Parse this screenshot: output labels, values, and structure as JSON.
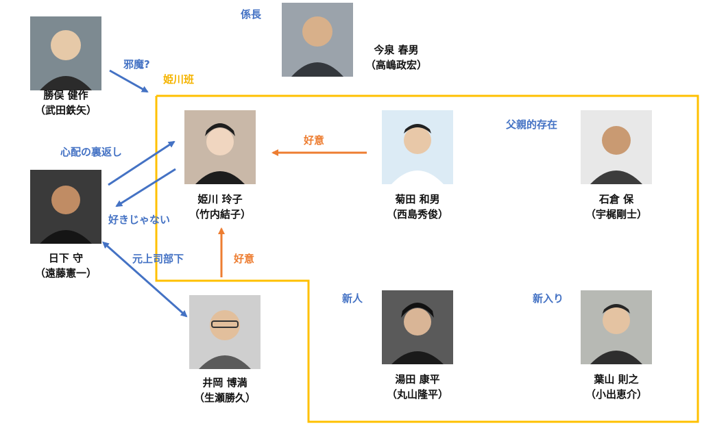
{
  "colors": {
    "group_border": "#ffc000",
    "blue_arrow": "#4472c4",
    "orange_arrow": "#ed7d31",
    "label_blue": "#4472c4",
    "label_orange": "#ed7d31",
    "label_gold": "#f5b400"
  },
  "group_label": "姫川班",
  "people": [
    {
      "id": "katsumata",
      "name": "勝俣 健作",
      "actor": "（武田鉄矢）",
      "role": "",
      "bg": "#7d8a91"
    },
    {
      "id": "imaizumi",
      "name": "今泉 春男",
      "actor": "（高嶋政宏）",
      "role": "係長",
      "bg": "#9ba3ab"
    },
    {
      "id": "himekawa",
      "name": "姫川 玲子",
      "actor": "（竹内結子）",
      "role": "",
      "bg": "#c9b8a8"
    },
    {
      "id": "kikuta",
      "name": "菊田 和男",
      "actor": "（西島秀俊）",
      "role": "",
      "bg": "#dcebf5"
    },
    {
      "id": "ishikura",
      "name": "石倉 保",
      "actor": "（宇梶剛士）",
      "role": "父親的存在",
      "bg": "#e8e8e8"
    },
    {
      "id": "kusaka",
      "name": "日下 守",
      "actor": "（遠藤憲一）",
      "role": "",
      "bg": "#3a3a3a"
    },
    {
      "id": "ioka",
      "name": "井岡 博満",
      "actor": "（生瀬勝久）",
      "role": "",
      "bg": "#cfcfcf"
    },
    {
      "id": "yuda",
      "name": "湯田 康平",
      "actor": "（丸山隆平）",
      "role": "新人",
      "bg": "#5a5a5a"
    },
    {
      "id": "hayama",
      "name": "葉山 則之",
      "actor": "（小出恵介）",
      "role": "新入り",
      "bg": "#b7b9b4"
    }
  ],
  "relations": [
    {
      "id": "katsumata-to-group",
      "label": "邪魔?",
      "color": "blue"
    },
    {
      "id": "kusaka-to-himekawa",
      "label": "心配の裏返し",
      "color": "blue"
    },
    {
      "id": "himekawa-to-kusaka",
      "label": "好きじゃない",
      "color": "blue"
    },
    {
      "id": "kusaka-ioka",
      "label": "元上司部下",
      "color": "blue"
    },
    {
      "id": "kikuta-to-himekawa",
      "label": "好意",
      "color": "orange"
    },
    {
      "id": "ioka-to-himekawa",
      "label": "好意",
      "color": "orange"
    }
  ]
}
